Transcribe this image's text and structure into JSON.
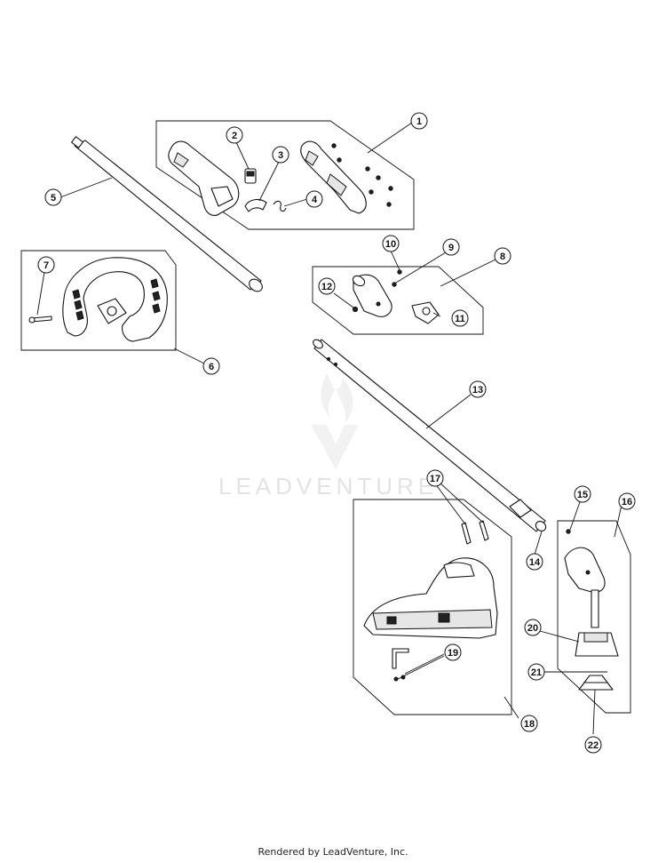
{
  "callouts": [
    "1",
    "2",
    "3",
    "4",
    "5",
    "6",
    "7",
    "8",
    "9",
    "10",
    "11",
    "12",
    "13",
    "14",
    "15",
    "16",
    "17",
    "18",
    "19",
    "20",
    "21",
    "22"
  ],
  "watermark": {
    "brand": "LEADVENTURE"
  },
  "footer": {
    "text": "Rendered by LeadVenture, Inc."
  },
  "colors": {
    "line": "#111111",
    "watermark": "#e3e3e3",
    "background": "#ffffff"
  }
}
